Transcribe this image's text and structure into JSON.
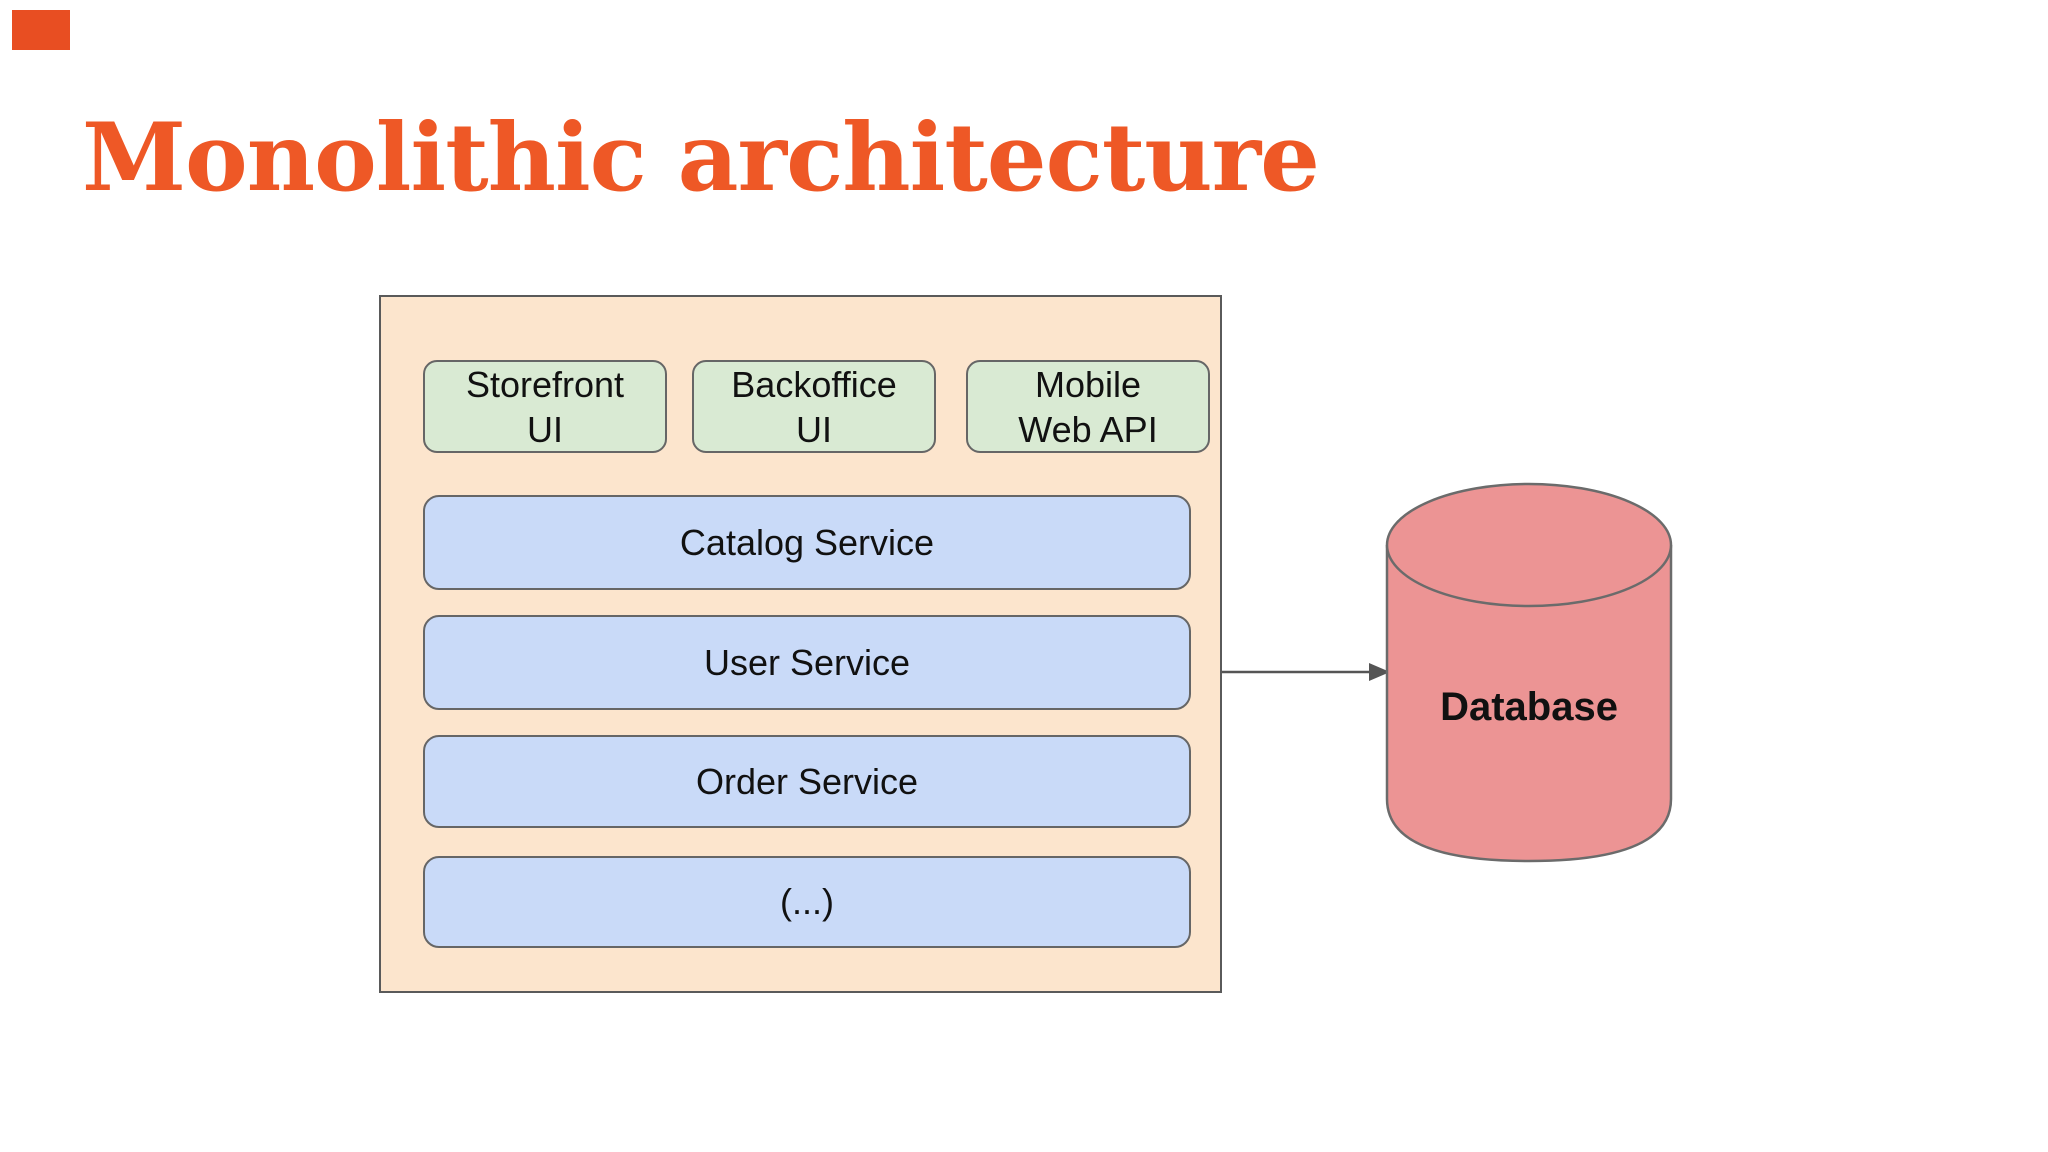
{
  "slide": {
    "accent_color": "#E84E22",
    "background": "#FFFFFF"
  },
  "header": {
    "title": "Monolithic architecture",
    "color": "#EE5826"
  },
  "diagram": {
    "monolith": {
      "fill": "#FCE5CD",
      "border": "#5A5A5A",
      "ui_boxes": [
        {
          "label": "Storefront\nUI"
        },
        {
          "label": "Backoffice\nUI"
        },
        {
          "label": "Mobile\nWeb API"
        }
      ],
      "ui_box_fill": "#D9EAD3",
      "service_boxes": [
        {
          "label": "Catalog Service"
        },
        {
          "label": "User Service"
        },
        {
          "label": "Order Service"
        },
        {
          "label": "(...)"
        }
      ],
      "service_box_fill": "#C9DAF8"
    },
    "connector": {
      "direction": "right",
      "color": "#555555"
    },
    "database": {
      "label": "Database",
      "fill": "#EC9494",
      "border": "#6B6B6B"
    }
  }
}
